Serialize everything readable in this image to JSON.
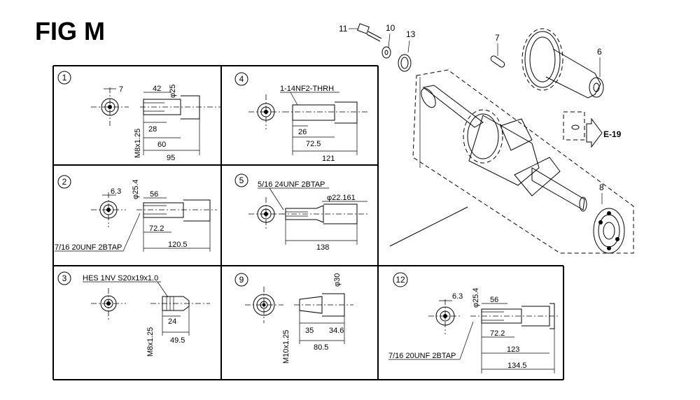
{
  "figure": {
    "title": "FIG M"
  },
  "parts": {
    "p11": "11",
    "p10": "10",
    "p13": "13",
    "p7": "7",
    "p6": "6",
    "p8": "8",
    "ref_e19": "E-19"
  },
  "panels": {
    "p1": {
      "num": "1",
      "d_shaft": "φ25",
      "tap_width": "7",
      "len_42": "42",
      "thread": "M8x1.25",
      "len_28": "28",
      "len_60": "60",
      "len_95": "95"
    },
    "p4": {
      "num": "4",
      "thread": "1-14NF2-THRH",
      "len_26": "26",
      "len_72_5": "72.5",
      "len_121": "121"
    },
    "p2": {
      "num": "2",
      "tap_width": "6.3",
      "d_shaft": "φ25.4",
      "len_56": "56",
      "len_72_2": "72.2",
      "len_120_5": "120.5",
      "tap": "7/16 20UNF 2BTAP"
    },
    "p5": {
      "num": "5",
      "tap": "5/16 24UNF 2BTAP",
      "d_shaft": "φ22.161",
      "len_138": "138"
    },
    "p3": {
      "num": "3",
      "spline": "HES 1NV S20x19x1.0",
      "len_24": "24",
      "thread": "M8x1.25",
      "len_49_5": "49.5"
    },
    "p9": {
      "num": "9",
      "d_shaft": "φ30",
      "thread": "M10x1.25",
      "len_35": "35",
      "len_34_6": "34.6",
      "len_80_5": "80.5"
    },
    "p12": {
      "num": "12",
      "tap_width": "6.3",
      "d_shaft": "φ25.4",
      "len_56": "56",
      "len_72_2": "72.2",
      "len_123": "123",
      "len_134_5": "134.5",
      "tap": "7/16 20UNF 2BTAP"
    }
  }
}
